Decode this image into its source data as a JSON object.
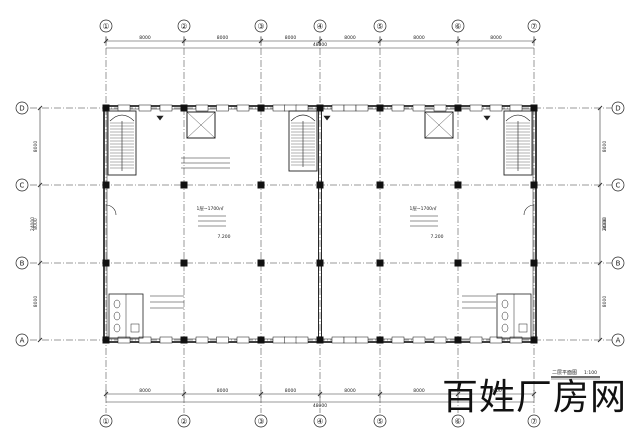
{
  "drawing": {
    "grid_columns": [
      "①",
      "②",
      "③",
      "④",
      "⑤",
      "⑥",
      "⑦"
    ],
    "grid_rows": [
      "D",
      "C",
      "B",
      "A"
    ],
    "bay_dims_top": [
      "8000",
      "8000",
      "8000",
      "8000",
      "8000",
      "8000"
    ],
    "bay_dims_bottom": [
      "8000",
      "8000",
      "8000",
      "8000",
      "8000",
      "8000"
    ],
    "overall_width": "48000",
    "overall_depth": "24000",
    "row_dims": [
      "8000",
      "8000",
      "8000"
    ],
    "plan_title": "二层平面图",
    "plan_scale": "1:100",
    "room_label_left": "1层~1700㎡",
    "room_label_right": "1层~1700㎡",
    "room_elev_left": "7.200",
    "room_elev_right": "7.200"
  },
  "watermark": {
    "text": "百姓厂房网"
  }
}
